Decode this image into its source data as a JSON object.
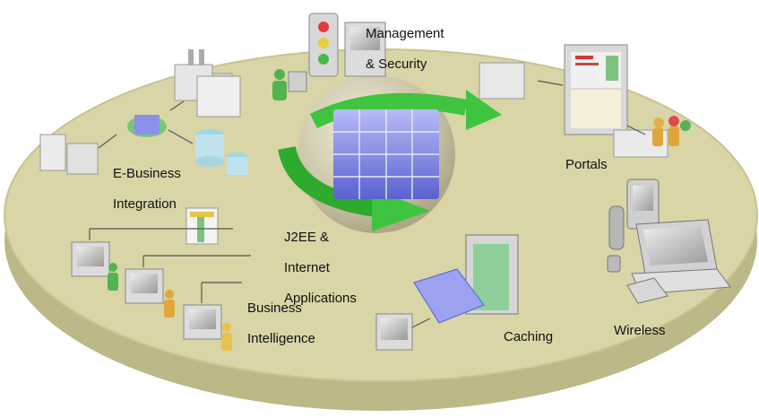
{
  "labels": {
    "management": [
      "Management",
      "& Security"
    ],
    "ebusiness": [
      "E-Business",
      "Integration"
    ],
    "portals": "Portals",
    "j2ee": [
      "J2EE &",
      "Internet",
      "Applications"
    ],
    "wireless": "Wireless",
    "business_intelligence": [
      "Business",
      "Intelligence"
    ],
    "caching": "Caching"
  },
  "colors": {
    "platform_top": "#d9d5a6",
    "platform_edge": "#bdb888",
    "arrow_green": "#3fc43f",
    "cube_blue": "#7c82e6",
    "globe": "#cfc9b3"
  }
}
